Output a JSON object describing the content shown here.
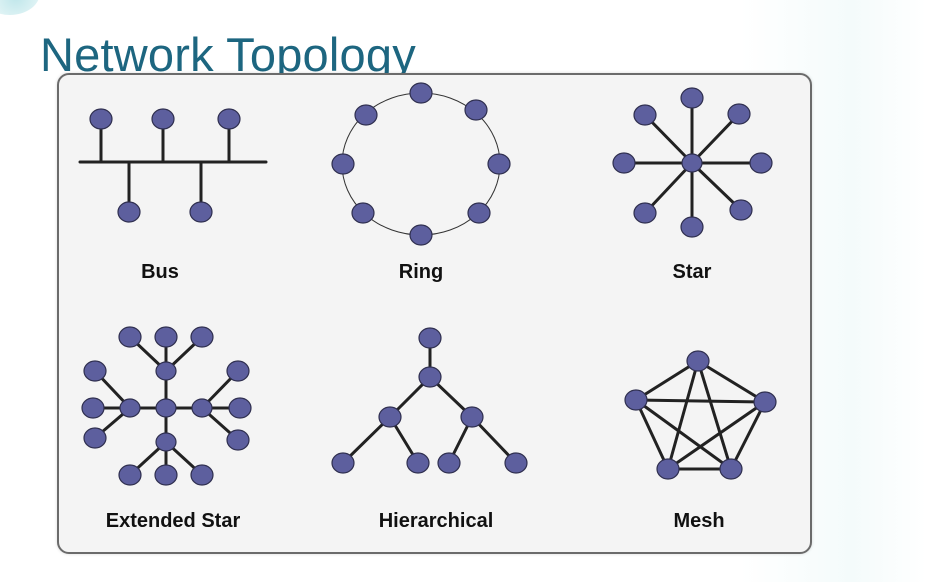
{
  "page": {
    "title": "Network Topology"
  },
  "topologies": [
    {
      "label": "Bus"
    },
    {
      "label": "Ring"
    },
    {
      "label": "Star"
    },
    {
      "label": "Extended Star"
    },
    {
      "label": "Hierarchical"
    },
    {
      "label": "Mesh"
    }
  ],
  "colors": {
    "title": "#1d6680",
    "node_fill": "#5d5f9e",
    "node_stroke": "#2f2f4f",
    "edge": "#222222",
    "panel_background": "#f4f4f4",
    "panel_border": "#6b6b6b"
  }
}
